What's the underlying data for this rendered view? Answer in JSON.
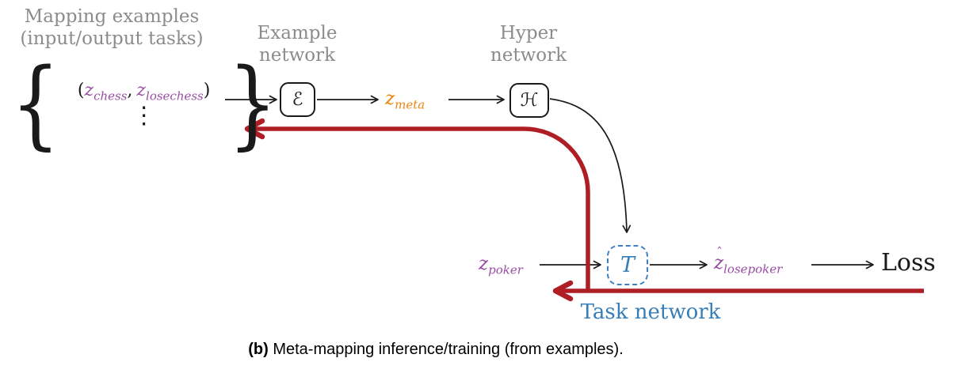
{
  "figure": {
    "mapping_label": {
      "line1": "Mapping examples",
      "line2": "(input/output tasks)"
    },
    "example_network_label": {
      "line1": "Example",
      "line2": "network"
    },
    "hyper_network_label": {
      "line1": "Hyper",
      "line2": "network"
    },
    "set": {
      "open_brace": "{",
      "close_brace": "}",
      "open_paren": "(",
      "comma": ",",
      "close_paren": ")",
      "vdots": "⋮",
      "first": {
        "base": "z",
        "sub": "chess"
      },
      "second": {
        "base": "z",
        "sub": "losechess"
      }
    },
    "nodes": {
      "example": {
        "glyph": "ℰ"
      },
      "hyper": {
        "glyph": "ℋ"
      },
      "task": {
        "glyph": "T"
      }
    },
    "z_meta": {
      "base": "z",
      "sub": "meta"
    },
    "z_poker": {
      "base": "z",
      "sub": "poker"
    },
    "z_losepoker": {
      "hat": "ˆ",
      "base": "z",
      "sub": "losepoker"
    },
    "loss_label": "Loss",
    "task_network_label": "Task network",
    "colors": {
      "gray_text": "#8c8c8c",
      "purple": "#984ea3",
      "orange": "#ee8612",
      "blue": "#377eb8",
      "gradient_red": "#af1e24",
      "black": "#1a1a1a"
    }
  },
  "caption": {
    "prefix": "(b)",
    "text": "Meta-mapping inference/training (from examples)."
  }
}
